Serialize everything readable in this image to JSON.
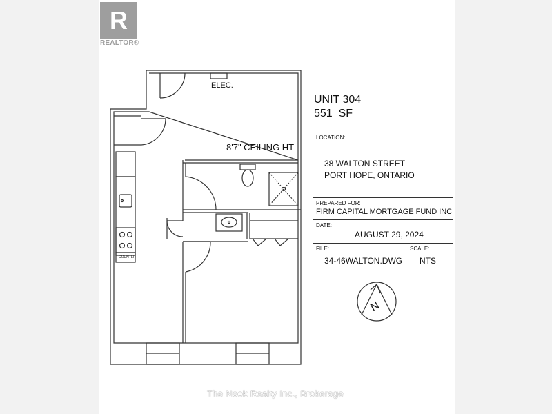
{
  "brand": {
    "logo_letter": "R",
    "logo_text": "REALTOR®"
  },
  "plan": {
    "unit": "UNIT 304",
    "area": "551  SF",
    "elec_label": "ELEC.",
    "ceiling_label": "8'7\" CEILING HT",
    "counter_label": "COUNTER"
  },
  "title_block": {
    "location_label": "LOCATION:",
    "address_line1": "38 WALTON STREET",
    "address_line2": "PORT HOPE, ONTARIO",
    "prepared_label": "PREPARED FOR:",
    "prepared_value": "FIRM CAPITAL MORTGAGE FUND INC",
    "date_label": "DATE:",
    "date_value": "AUGUST 29, 2024",
    "file_label": "FILE:",
    "file_value": "34-46WALTON.DWG",
    "scale_label": "SCALE:",
    "scale_value": "NTS"
  },
  "north_arrow": {
    "letter": "N"
  },
  "watermark": "The Nook Realty Inc., Brokerage",
  "colors": {
    "logo_gray": "#9e9e9e",
    "line": "#333333"
  }
}
